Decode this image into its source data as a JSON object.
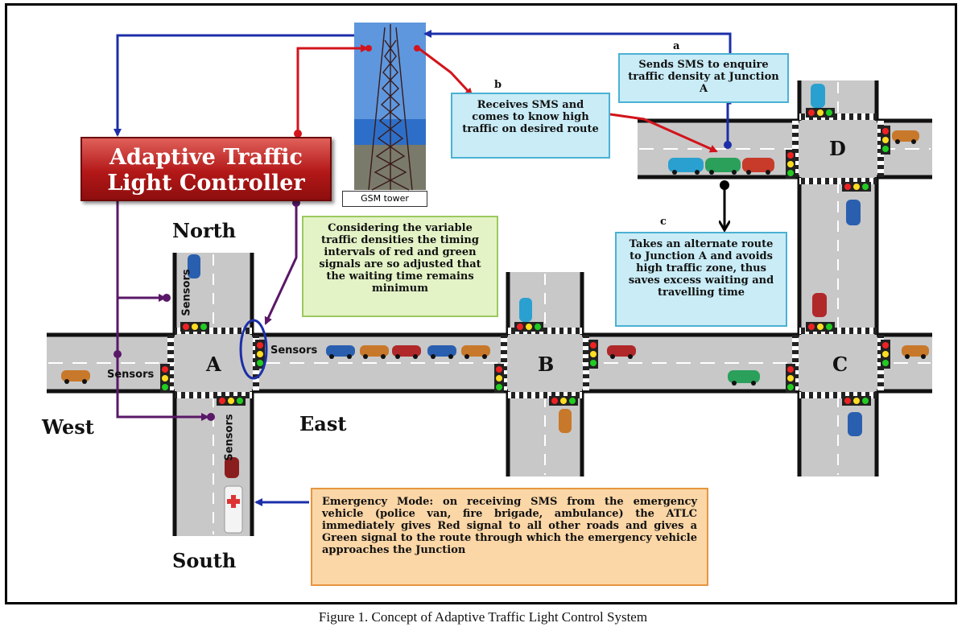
{
  "controller": {
    "line1": "Adaptive Traffic",
    "line2": "Light Controller"
  },
  "tower": {
    "label": "GSM tower"
  },
  "directions": {
    "north": "North",
    "south": "South",
    "east": "East",
    "west": "West"
  },
  "junctions": {
    "a": "A",
    "b": "B",
    "c": "C",
    "d": "D"
  },
  "sensors": {
    "label": "Sensors"
  },
  "steps": {
    "a": "a",
    "b": "b",
    "c": "c"
  },
  "callouts": {
    "a": "Sends SMS to enquire traffic density at Junction A",
    "b": "Receives SMS and comes to know high traffic on desired route",
    "c": "Takes an alternate route to Junction A and avoids high traffic zone, thus saves excess waiting and travelling time",
    "timing": "Considering the variable traffic densities the timing intervals of red and green signals are so adjusted that the waiting time remains minimum",
    "emergency": "Emergency Mode: on receiving SMS from the emergency vehicle (police van, fire brigade, ambulance) the ATLC immediately gives Red signal to all other roads and gives a Green signal to the route through which the emergency vehicle approaches the Junction"
  },
  "caption": "Figure 1. Concept of Adaptive Traffic Light Control System",
  "colors": {
    "arrow_blue": "#1c2fa8",
    "arrow_red": "#d2141c",
    "arrow_purple": "#5a1868",
    "road": "#c8c8c8"
  }
}
